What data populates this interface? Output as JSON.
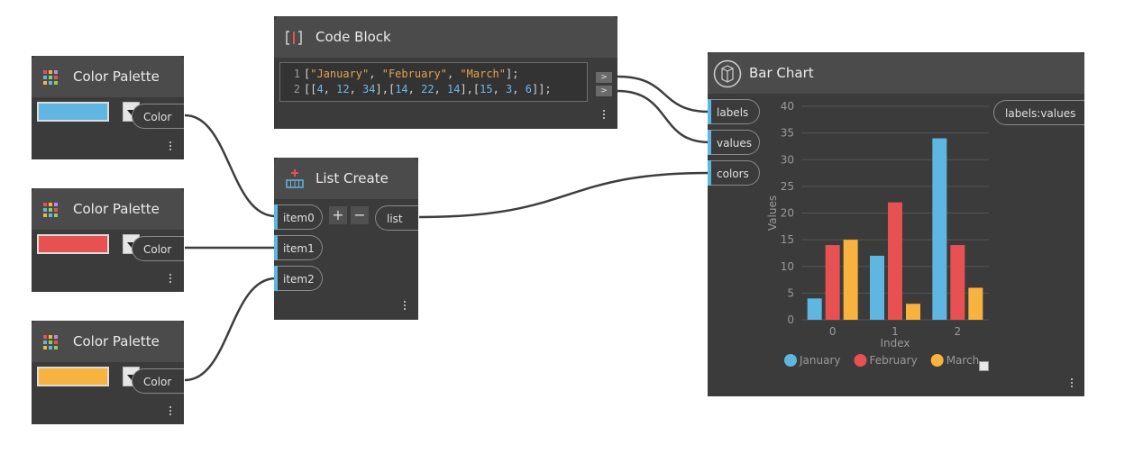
{
  "nodes": {
    "palette1": {
      "title": "Color Palette",
      "output": "Color",
      "color": "#5fb6e0"
    },
    "palette2": {
      "title": "Color Palette",
      "output": "Color",
      "color": "#e85152"
    },
    "palette3": {
      "title": "Color Palette",
      "output": "Color",
      "color": "#f8b23e"
    },
    "code_block": {
      "title": "Code Block",
      "line_numbers": [
        "1",
        "2"
      ],
      "line1": [
        {
          "t": "[",
          "c": "p"
        },
        {
          "t": "\"January\"",
          "c": "s"
        },
        {
          "t": ", ",
          "c": "p"
        },
        {
          "t": "\"February\"",
          "c": "s"
        },
        {
          "t": ", ",
          "c": "p"
        },
        {
          "t": "\"March\"",
          "c": "s"
        },
        {
          "t": "];",
          "c": "p"
        }
      ],
      "line2": [
        {
          "t": "[[",
          "c": "p"
        },
        {
          "t": "4",
          "c": "n"
        },
        {
          "t": ", ",
          "c": "p"
        },
        {
          "t": "12",
          "c": "n"
        },
        {
          "t": ", ",
          "c": "p"
        },
        {
          "t": "34",
          "c": "n"
        },
        {
          "t": "],[",
          "c": "p"
        },
        {
          "t": "14",
          "c": "n"
        },
        {
          "t": ", ",
          "c": "p"
        },
        {
          "t": "22",
          "c": "n"
        },
        {
          "t": ", ",
          "c": "p"
        },
        {
          "t": "14",
          "c": "n"
        },
        {
          "t": "],[",
          "c": "p"
        },
        {
          "t": "15",
          "c": "n"
        },
        {
          "t": ", ",
          "c": "p"
        },
        {
          "t": "3",
          "c": "n"
        },
        {
          "t": ", ",
          "c": "p"
        },
        {
          "t": "6",
          "c": "n"
        },
        {
          "t": "]];",
          "c": "p"
        }
      ],
      "output_arrow": ">"
    },
    "list_create": {
      "title": "List Create",
      "inputs": [
        "item0",
        "item1",
        "item2"
      ],
      "add_label": "+",
      "remove_label": "−",
      "output": "list"
    },
    "bar_chart": {
      "title": "Bar Chart",
      "inputs": [
        "labels",
        "values",
        "colors"
      ],
      "output": "labels:values"
    }
  },
  "colors": {
    "node_bg": "#3b3b3b",
    "header_bg": "#4b4b4b",
    "wire": "#3d3d3d",
    "port_accent": "#5fb6e0"
  },
  "chart_data": {
    "type": "bar",
    "categories": [
      "0",
      "1",
      "2"
    ],
    "series": [
      {
        "name": "January",
        "values": [
          4,
          12,
          34
        ],
        "color": "#5fb6e0"
      },
      {
        "name": "February",
        "values": [
          14,
          22,
          14
        ],
        "color": "#e85152"
      },
      {
        "name": "March",
        "values": [
          15,
          3,
          6
        ],
        "color": "#f8b23e"
      }
    ],
    "xlabel": "Index",
    "ylabel": "Values",
    "ylim": [
      0,
      40
    ],
    "yticks": [
      0,
      5,
      10,
      15,
      20,
      25,
      30,
      35,
      40
    ],
    "grid": true,
    "legend": "bottom"
  }
}
